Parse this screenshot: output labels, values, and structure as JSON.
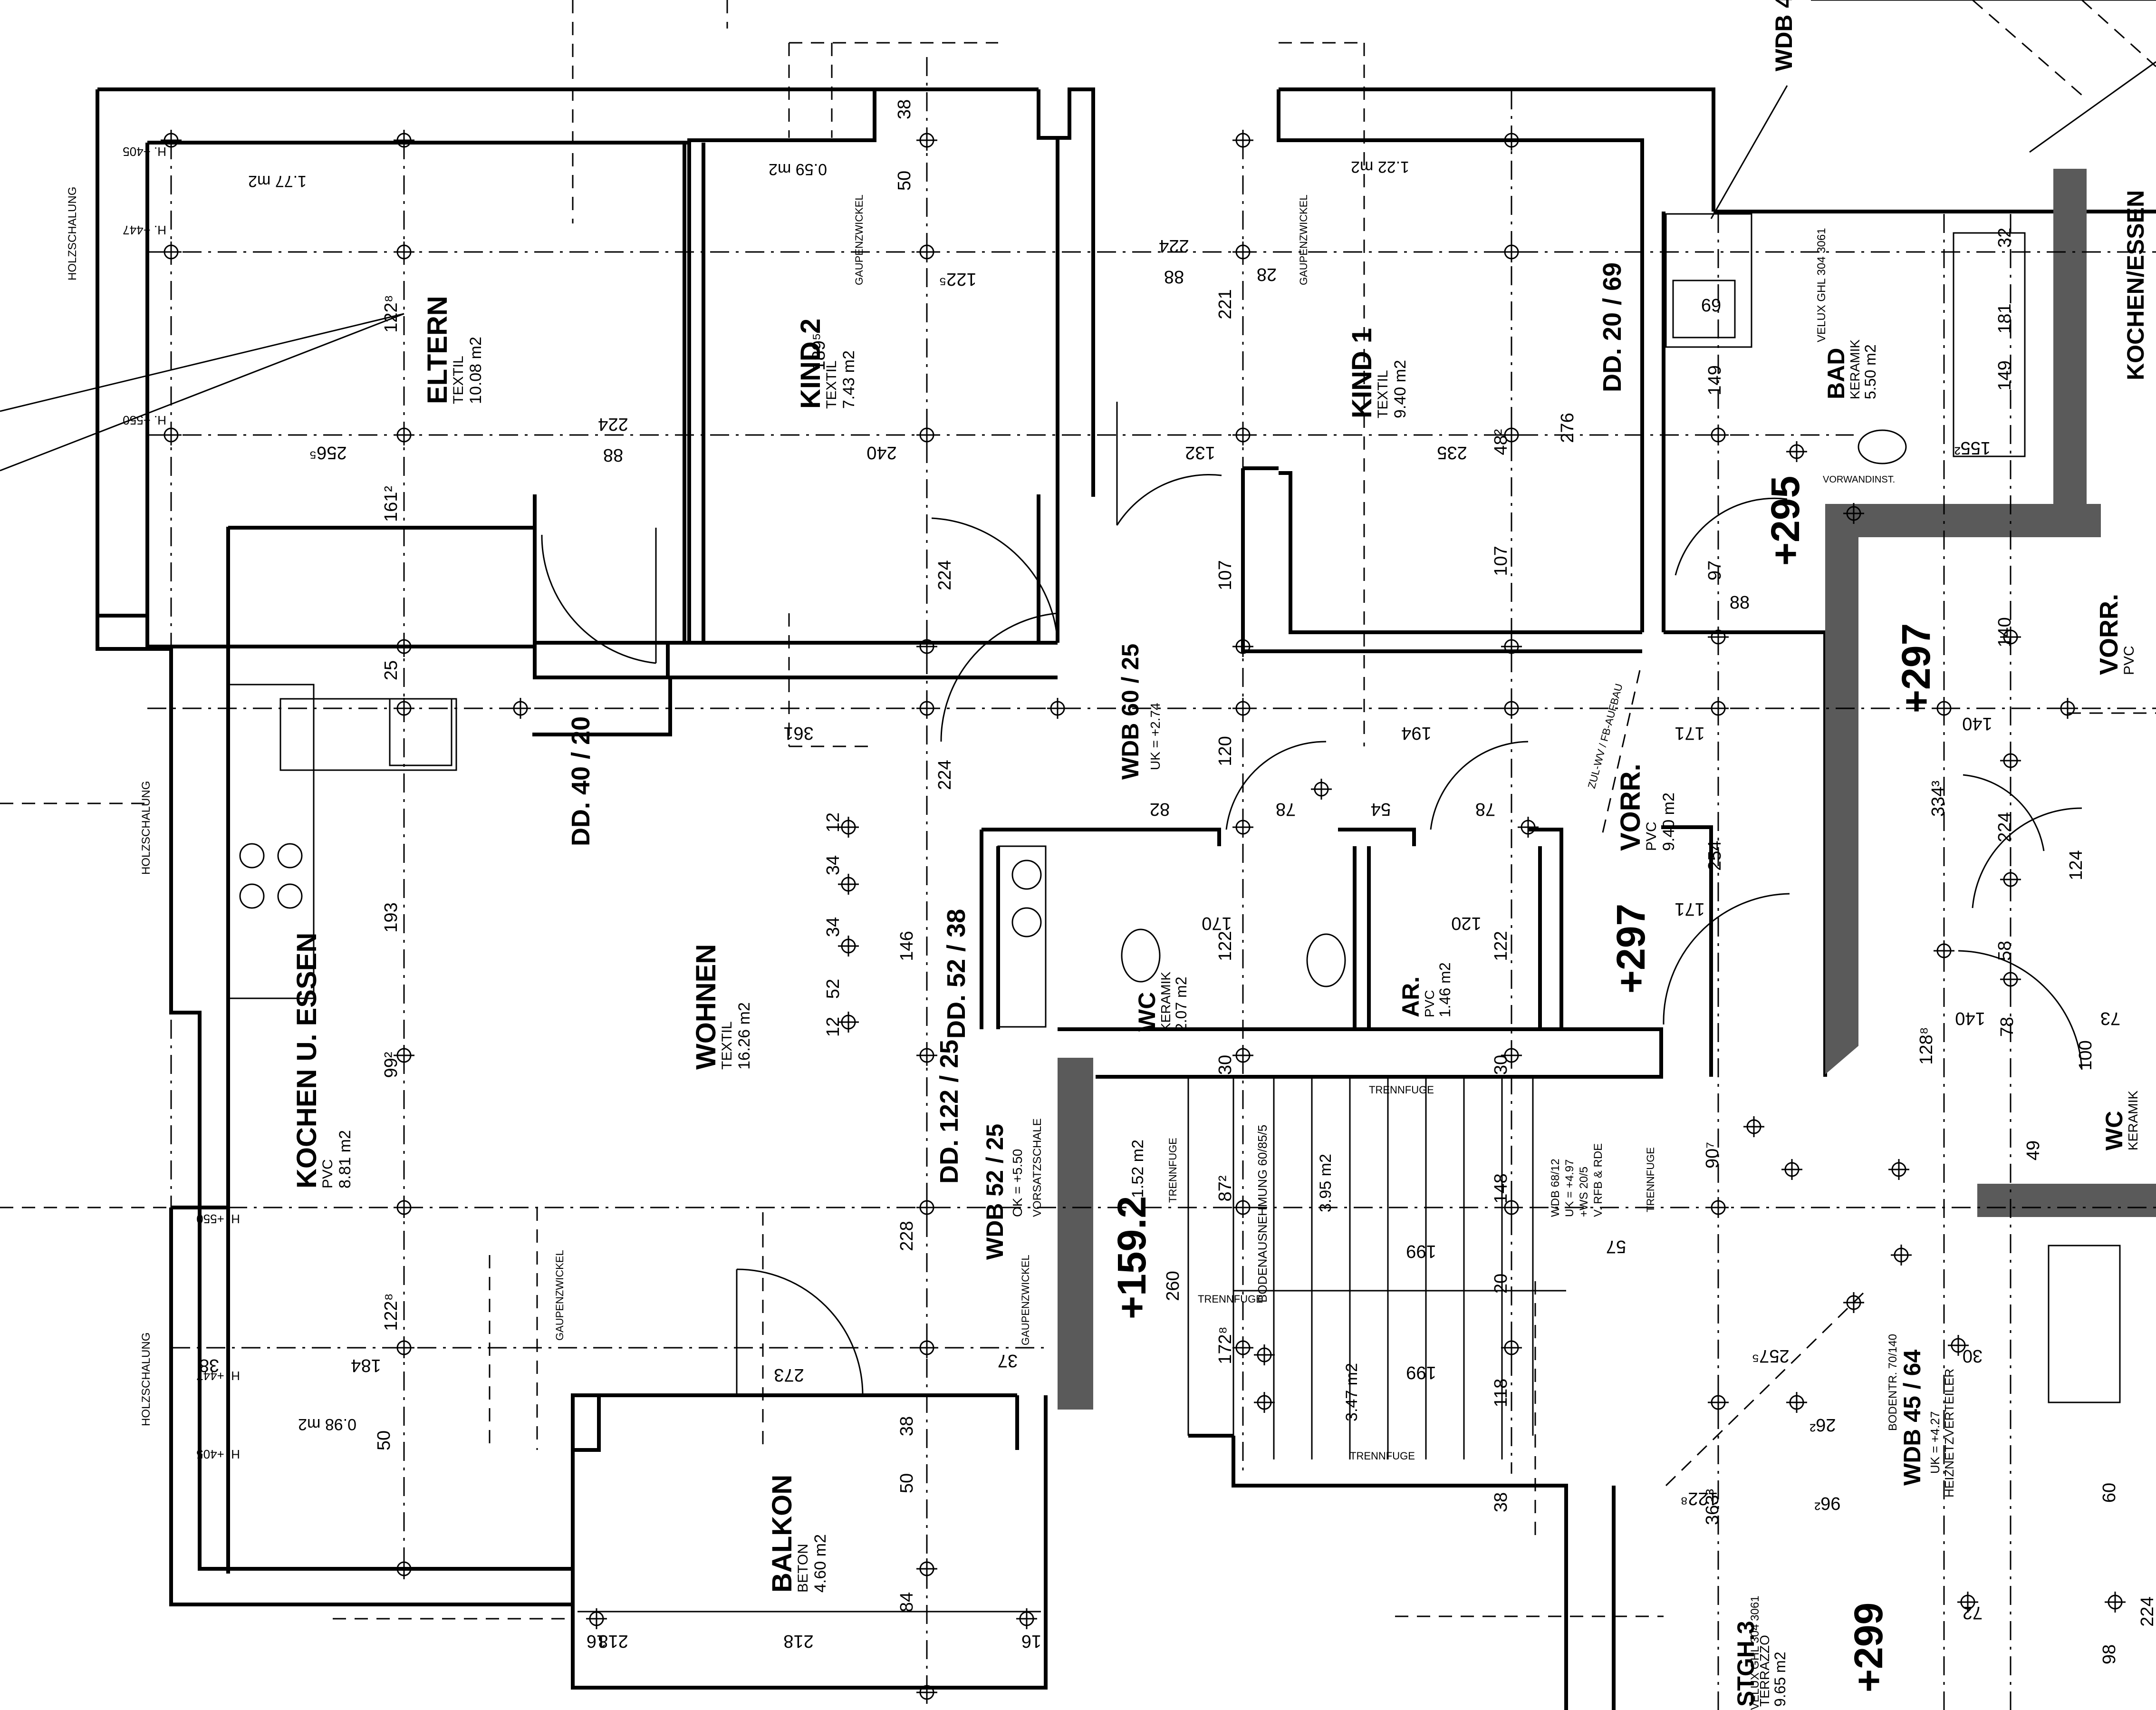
{
  "rooms": {
    "eltern": {
      "name": "ELTERN",
      "floor": "TEXTIL",
      "area": "10.08 m2"
    },
    "kind2": {
      "name": "KIND 2",
      "floor": "TEXTIL",
      "area": "7.43 m2"
    },
    "kind1": {
      "name": "KIND 1",
      "floor": "TEXTIL",
      "area": "9.40 m2"
    },
    "kochen": {
      "name": "KOCHEN U. ESSEN",
      "floor": "PVC",
      "area": "8.81 m2"
    },
    "wohnen": {
      "name": "WOHNEN",
      "floor": "TEXTIL",
      "area": "16.26 m2"
    },
    "balkon": {
      "name": "BALKON",
      "floor": "BETON",
      "area": "4.60 m2"
    },
    "wc": {
      "name": "WC",
      "floor": "KERAMIK",
      "area": "2.07 m2"
    },
    "ar": {
      "name": "AR.",
      "floor": "PVC",
      "area": "1.46 m2"
    },
    "vorr": {
      "name": "VORR.",
      "floor": "PVC",
      "area": "9.40 m2"
    },
    "bad": {
      "name": "BAD",
      "floor": "KERAMIK",
      "area": "5.50 m2"
    },
    "stgh": {
      "name": "STGH.3",
      "floor": "TERRAZZO",
      "area": "9.65 m2"
    },
    "vorr_right": {
      "name": "VORR.",
      "floor": "PVC"
    },
    "wc_right": {
      "name": "WC",
      "floor": "KERAMIK"
    },
    "kochen_right": {
      "name": "KOCHEN/ESSEN"
    }
  },
  "levels": {
    "l1": "+295",
    "l2": "+297",
    "l3": "+297",
    "l4": "+299",
    "l5": "+159.2"
  },
  "openings": {
    "dd_40_20": "DD. 40 / 20",
    "dd_20_69": "DD. 20 / 69",
    "wdb_60_25": "WDB 60 / 25",
    "wdb_60_25_uk": "UK = +2.74",
    "dd_52_38": "DD. 52 / 38",
    "dd_122_25": "DD. 122 / 25",
    "wdb_52_25": "WDB 52 / 25",
    "wdb_52_ok": "OK = +5.50",
    "wdb_45_64": "WDB 45 / 64",
    "wdb_45_uk": "UK = +4.27",
    "wdb_top": "WDB 4",
    "heiznetz": "HEIZNETZVERTEILER",
    "velux": "VELUX GHL 304 3061",
    "velux_bottom": "VELUX GHL 304 3061"
  },
  "annotations": {
    "holzschalung": "HOLZSCHALUNG",
    "gaupenzwickel": "GAUPENZWICKEL",
    "vorsatzschale": "VORSATZSCHALE",
    "trennfuge": "TRENNFUGE",
    "bodenaussparung": "BODENAUSNEHMUNG 60/85/5",
    "wdb_info": "WDB 68/12",
    "wdb_info2": "UK = +4.97",
    "wdb_info3": "+WS 20/5",
    "wdb_info4": "V. RFB & RDE",
    "fb_aufbau": "ZUL-WV / FB-AUFBAU",
    "bodentr": "BODENTR. 70/140",
    "vorwandinstallation": "VORWANDINST.",
    "h_405": "H. +405",
    "h_447": "H. +447",
    "h_550": "H. +550"
  },
  "areas_small": {
    "a1": "1.77 m2",
    "a2": "0.59 m2",
    "a3": "1.22 m2",
    "a4": "0.98 m2",
    "a5": "1.52 m2",
    "a6": "3.95 m2",
    "a7": "3.47 m2"
  },
  "dims": {
    "d38a": "38",
    "d50a": "50",
    "d122a": "122⁸",
    "d161": "161²",
    "d25a": "25",
    "d193": "193",
    "d99": "99²",
    "d122b": "122⁸",
    "d50b": "50",
    "d256": "256⁵",
    "d224a": "224",
    "d88a": "88",
    "d240": "240",
    "d189": "189⁵",
    "d122c": "122⁵",
    "d224b": "224",
    "d88b": "88",
    "d221": "221",
    "d28": "28",
    "d132": "132",
    "d107a": "107",
    "d120a": "120",
    "d235": "235",
    "d48": "48²",
    "d276": "276",
    "d107b": "107",
    "d69": "69",
    "d149a": "149",
    "d97": "97",
    "d88c": "88",
    "d361": "361",
    "d146": "146",
    "d228": "228",
    "d224c": "224",
    "d224d": "224",
    "d82": "82",
    "d78a": "78",
    "d54": "54",
    "d78b": "78",
    "d194": "194",
    "d171a": "171",
    "d171b": "171",
    "d254": "254",
    "d170": "170",
    "d122d": "122",
    "d120b": "120",
    "d122e": "122",
    "d30a": "30",
    "d30b": "30",
    "d87": "87²",
    "d260": "260",
    "d172": "172⁸",
    "d199a": "199",
    "d199b": "199",
    "d148": "148",
    "d118": "118",
    "d20": "20",
    "d57": "57",
    "d273": "273",
    "d37": "37",
    "d50c": "50",
    "d84": "84",
    "d218a": "218",
    "d218b": "218",
    "d16a": "16",
    "d16b": "16",
    "d38b": "38",
    "d38c": "38",
    "d184": "184",
    "d38d": "38",
    "d30c": "30",
    "d90": "90⁷",
    "d257": "257⁵",
    "d363": "363³",
    "d122f": "122⁸",
    "d26": "26²",
    "d96": "96²",
    "d140a": "140",
    "d140b": "140",
    "d140c": "140",
    "d334": "334³",
    "d224e": "224",
    "d78c": "78",
    "d58": "58",
    "d128": "128⁸",
    "d124": "124",
    "d100": "100",
    "d73": "73",
    "d49": "49",
    "d149b": "149",
    "d155": "155²",
    "d181": "181",
    "d32": "32",
    "d52": "52",
    "d34a": "34",
    "d34b": "34",
    "d12a": "12",
    "d12b": "12",
    "d98": "98",
    "d224f": "224",
    "d60": "60",
    "d72": "72"
  }
}
